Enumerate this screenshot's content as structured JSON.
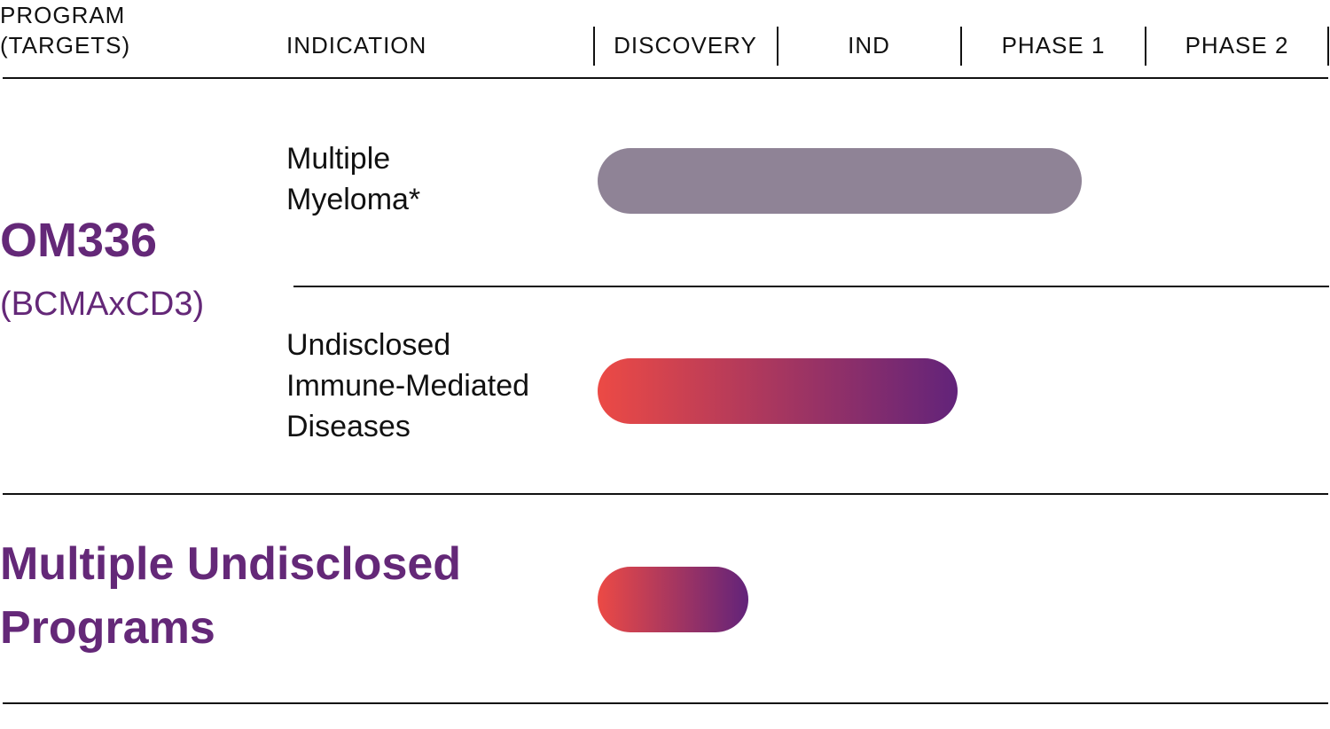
{
  "header": {
    "program_label": "PROGRAM\n(TARGETS)",
    "indication_label": "INDICATION",
    "stages": [
      "DISCOVERY",
      "IND",
      "PHASE 1",
      "PHASE 2"
    ]
  },
  "programs": [
    {
      "name": "OM336",
      "target": "(BCMAxCD3)",
      "indications": [
        {
          "label": "Multiple\nMyeloma*",
          "stage_progress": 2.64,
          "style": "gray"
        },
        {
          "label": "Undisclosed\nImmune-Mediated\nDiseases",
          "stage_progress": 1.96,
          "style": "gradient"
        }
      ]
    },
    {
      "name": "Multiple Undisclosed\nPrograms",
      "indications": [
        {
          "label": "",
          "stage_progress": 0.82,
          "style": "gradient"
        }
      ]
    }
  ],
  "colors": {
    "program_purple": "#642878",
    "bar_gray": "#8F8396",
    "gradient_start": "#EC4A45",
    "gradient_end": "#62237A"
  },
  "chart_data": {
    "type": "bar",
    "orientation": "horizontal",
    "categories": [
      "Multiple Myeloma*",
      "Undisclosed Immune-Mediated Diseases",
      "Multiple Undisclosed Programs"
    ],
    "stages": [
      "DISCOVERY",
      "IND",
      "PHASE 1",
      "PHASE 2"
    ],
    "values": [
      2.64,
      1.96,
      0.82
    ],
    "xlim": [
      0,
      4
    ],
    "units": "stages completed",
    "grid": false
  }
}
